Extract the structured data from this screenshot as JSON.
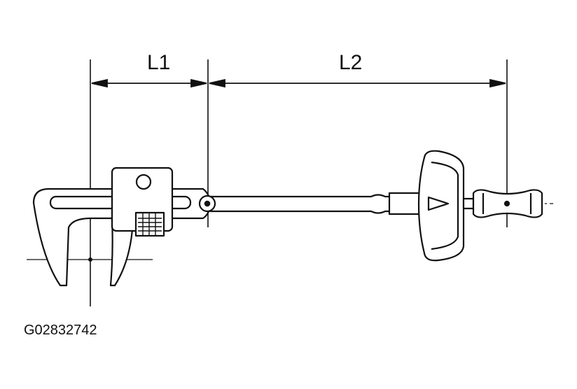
{
  "diagram": {
    "dimension_labels": {
      "l1": "L1",
      "l2": "L2"
    },
    "figure_code": "G02832742",
    "colors": {
      "ink": "#111111",
      "background": "#ffffff"
    }
  }
}
